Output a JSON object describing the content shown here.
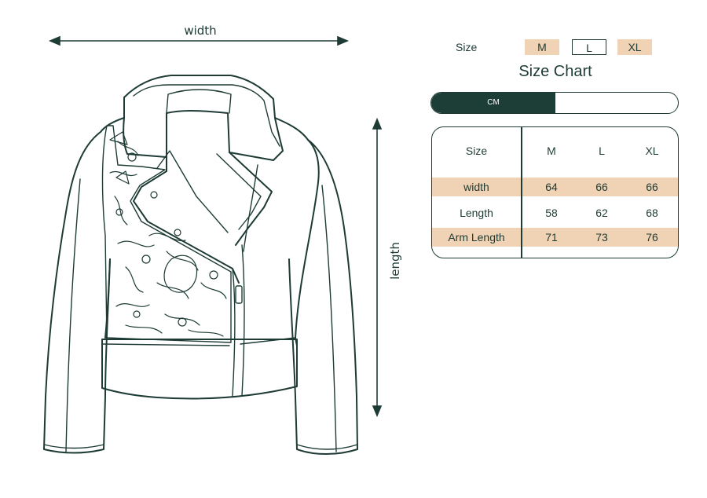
{
  "dimensions": {
    "width_label": "width",
    "length_label": "length"
  },
  "size_selector": {
    "label": "Size",
    "options": [
      "M",
      "L",
      "XL"
    ],
    "selected": "L"
  },
  "title": "Size Chart",
  "unit_toggle": {
    "active_label": "CM"
  },
  "table": {
    "headers": [
      "Size",
      "M",
      "L",
      "XL"
    ],
    "rows": [
      {
        "label": "width",
        "values": [
          "64",
          "66",
          "66"
        ]
      },
      {
        "label": "Length",
        "values": [
          "58",
          "62",
          "68"
        ]
      },
      {
        "label": "Arm Length",
        "values": [
          "71",
          "73",
          "76"
        ]
      }
    ]
  },
  "colors": {
    "ink": "#1e3b35",
    "dark_green": "#1d3d37",
    "tan": "#f0d2b4"
  }
}
